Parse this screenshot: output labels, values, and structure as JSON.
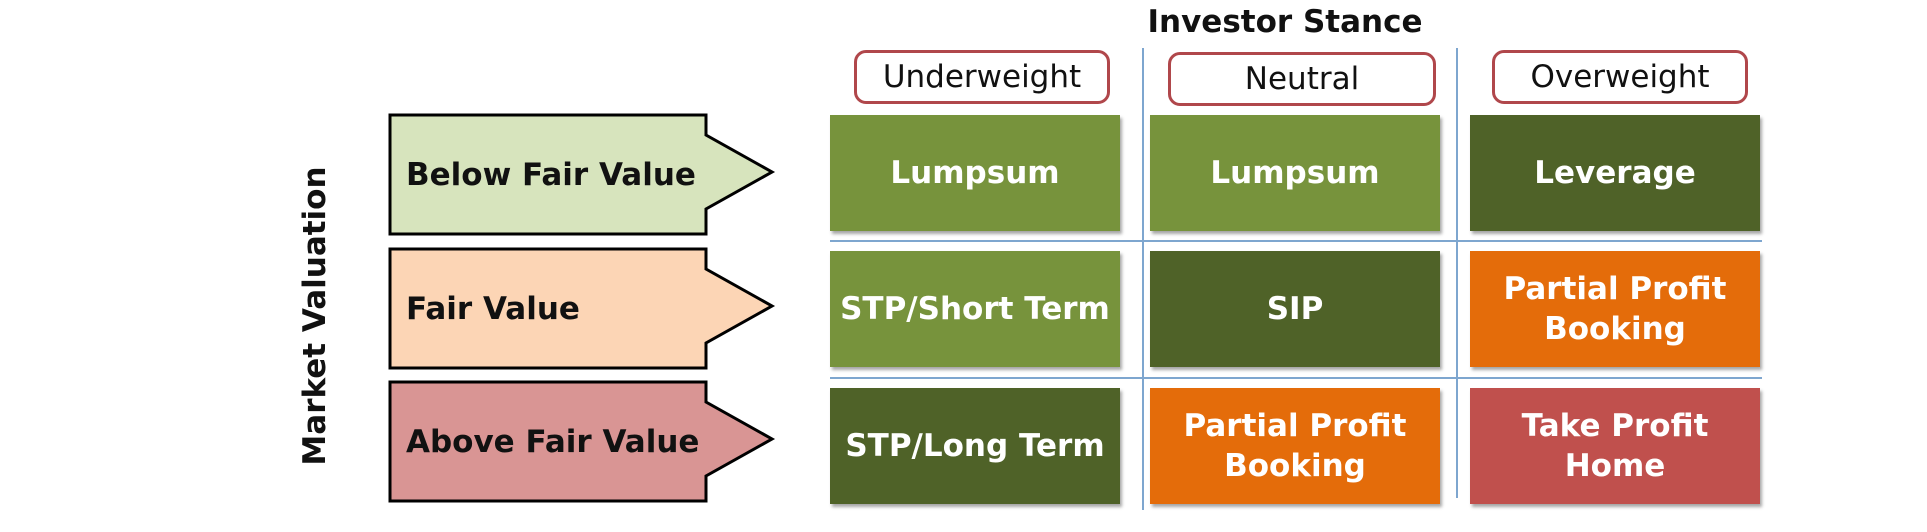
{
  "title": "Investor Stance",
  "y_axis_label": "Market Valuation",
  "columns": [
    {
      "label": "Underweight"
    },
    {
      "label": "Neutral"
    },
    {
      "label": "Overweight"
    }
  ],
  "rows": [
    {
      "label": "Below Fair Value",
      "fill": "#d7e4bd"
    },
    {
      "label": "Fair Value",
      "fill": "#fcd5b5"
    },
    {
      "label": "Above Fair Value",
      "fill": "#d99594"
    }
  ],
  "cells": [
    [
      {
        "text": "Lumpsum",
        "color": "#77933c"
      },
      {
        "text": "Lumpsum",
        "color": "#77933c"
      },
      {
        "text": "Leverage",
        "color": "#4f6228"
      }
    ],
    [
      {
        "text": "STP/Short Term",
        "color": "#77933c"
      },
      {
        "text": "SIP",
        "color": "#4f6228"
      },
      {
        "text": "Partial Profit\nBooking",
        "color": "#e46c0a"
      }
    ],
    [
      {
        "text": "STP/Long Term",
        "color": "#4f6228"
      },
      {
        "text": "Partial Profit\nBooking",
        "color": "#e46c0a"
      },
      {
        "text": "Take Profit\nHome",
        "color": "#c0504d"
      }
    ]
  ]
}
